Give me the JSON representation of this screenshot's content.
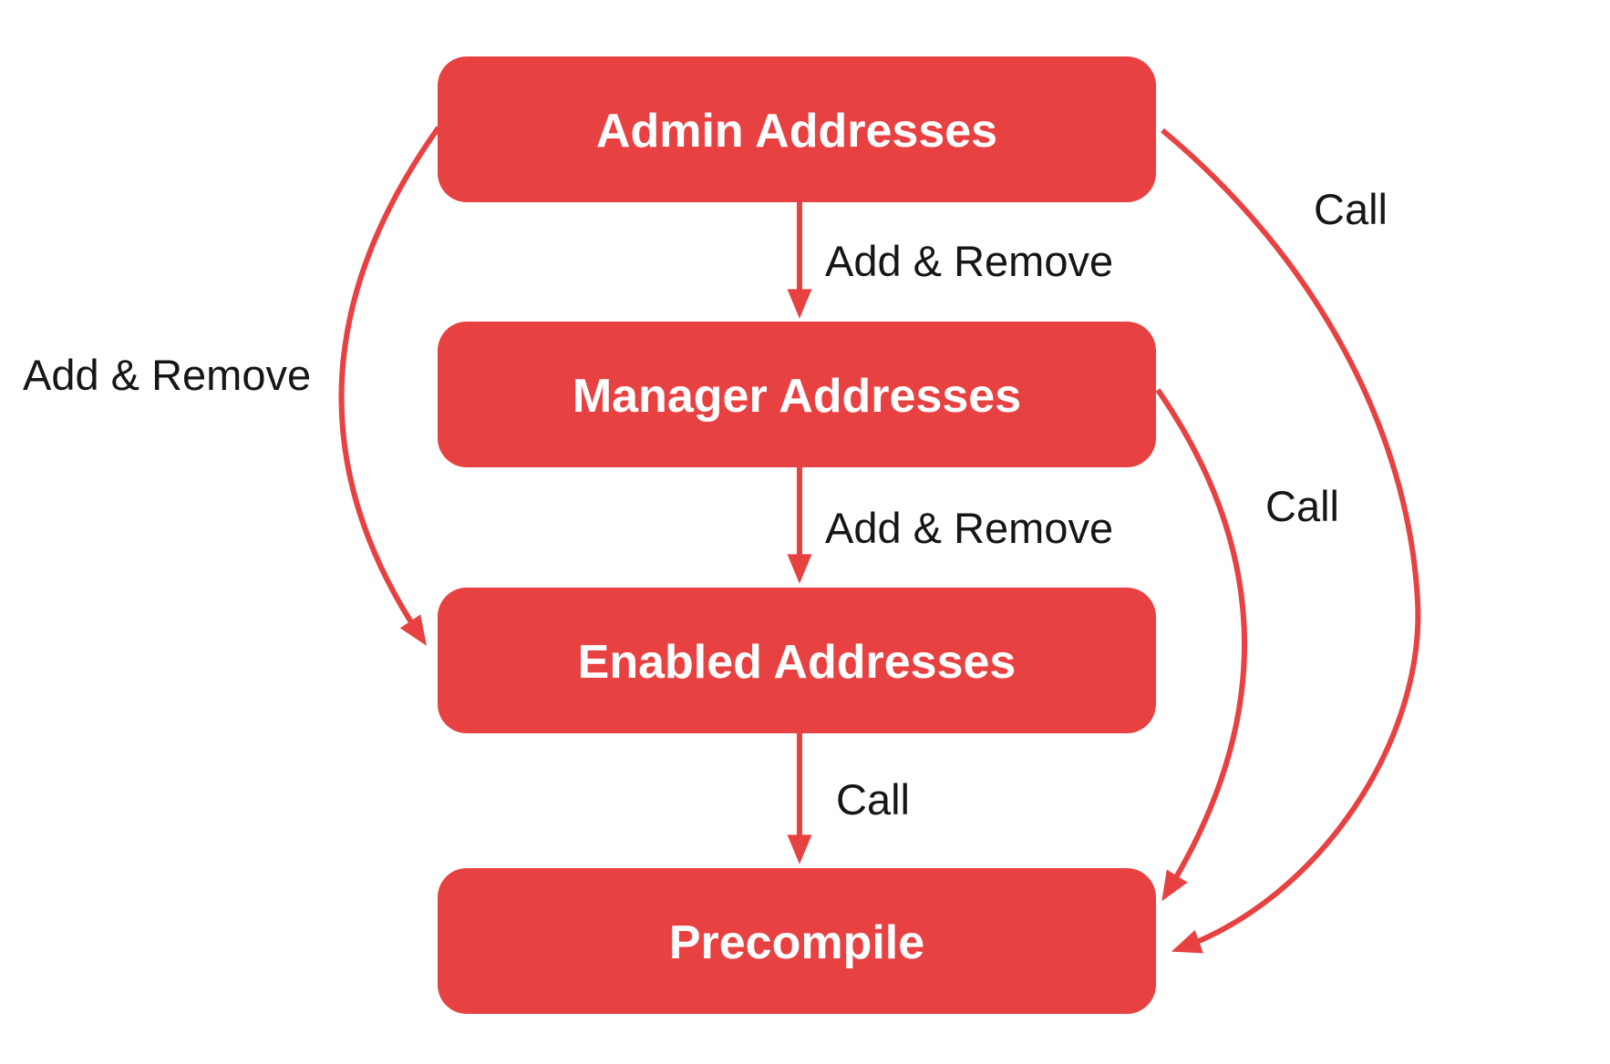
{
  "diagram": {
    "background_color": "#ffffff",
    "node_fill_color": "#e84142",
    "node_text_color": "#ffffff",
    "edge_color": "#e84142",
    "edge_label_color": "#161616",
    "nodes": [
      {
        "id": "admin-addresses",
        "label": "Admin Addresses"
      },
      {
        "id": "manager-addresses",
        "label": "Manager Addresses"
      },
      {
        "id": "enabled-addresses",
        "label": "Enabled Addresses"
      },
      {
        "id": "precompile",
        "label": "Precompile"
      }
    ],
    "edges": [
      {
        "from": "admin-addresses",
        "to": "manager-addresses",
        "label": "Add & Remove"
      },
      {
        "from": "manager-addresses",
        "to": "enabled-addresses",
        "label": "Add & Remove"
      },
      {
        "from": "enabled-addresses",
        "to": "precompile",
        "label": "Call"
      },
      {
        "from": "admin-addresses",
        "to": "enabled-addresses",
        "label": "Add & Remove"
      },
      {
        "from": "admin-addresses",
        "to": "precompile",
        "label": "Call"
      },
      {
        "from": "manager-addresses",
        "to": "precompile",
        "label": "Call"
      }
    ]
  }
}
